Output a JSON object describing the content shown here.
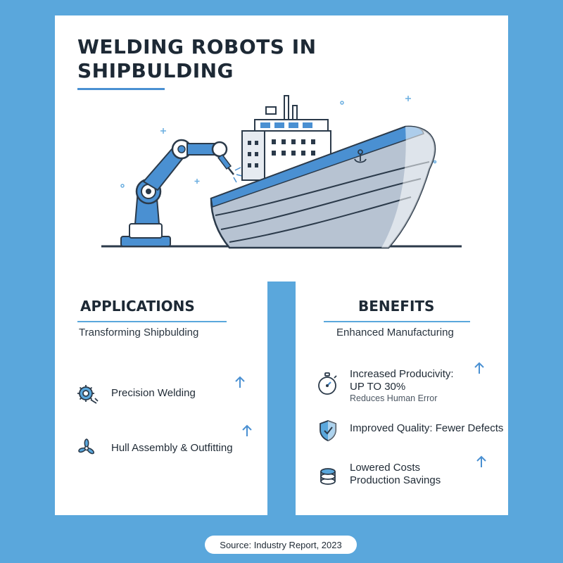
{
  "header": {
    "title_line1": "WELDING ROBOTS IN",
    "title_line2": "SHIPBULDING"
  },
  "applications": {
    "heading": "APPLICATIONS",
    "subheading": "Transforming Shipbulding",
    "items": [
      {
        "label": "Precision Welding",
        "icon": "gear-wrench-icon"
      },
      {
        "label": "Hull Assembly & Outfitting",
        "icon": "propeller-icon"
      }
    ]
  },
  "benefits": {
    "heading": "BENEFITS",
    "subheading": "Enhanced Manufacturing",
    "items": [
      {
        "line1": "Increased Producivity:",
        "line2": "UP TO 30%",
        "note": "Reduces Human Error",
        "icon": "stopwatch-icon"
      },
      {
        "line1": "Improved Quality: Fewer Defects",
        "icon": "shield-check-icon"
      },
      {
        "line1": "Lowered Costs",
        "line2": "Production Savings",
        "icon": "coin-stack-icon"
      }
    ]
  },
  "footer": {
    "source": "Source: Industry Report, 2023"
  },
  "colors": {
    "background": "#5aa7dc",
    "accent": "#4a90d2",
    "text": "#1d2935"
  }
}
